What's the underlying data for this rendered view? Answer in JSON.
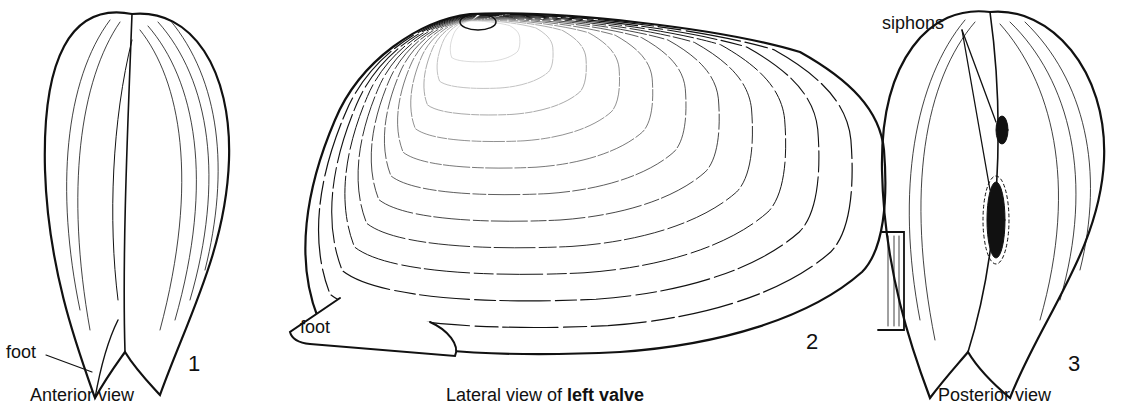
{
  "diagram": {
    "labels": [
      "foot",
      "1",
      "Anterior view",
      "foot",
      "2",
      "Lateral view of",
      "left valve",
      "siphons",
      "3",
      "Posterior view"
    ]
  }
}
